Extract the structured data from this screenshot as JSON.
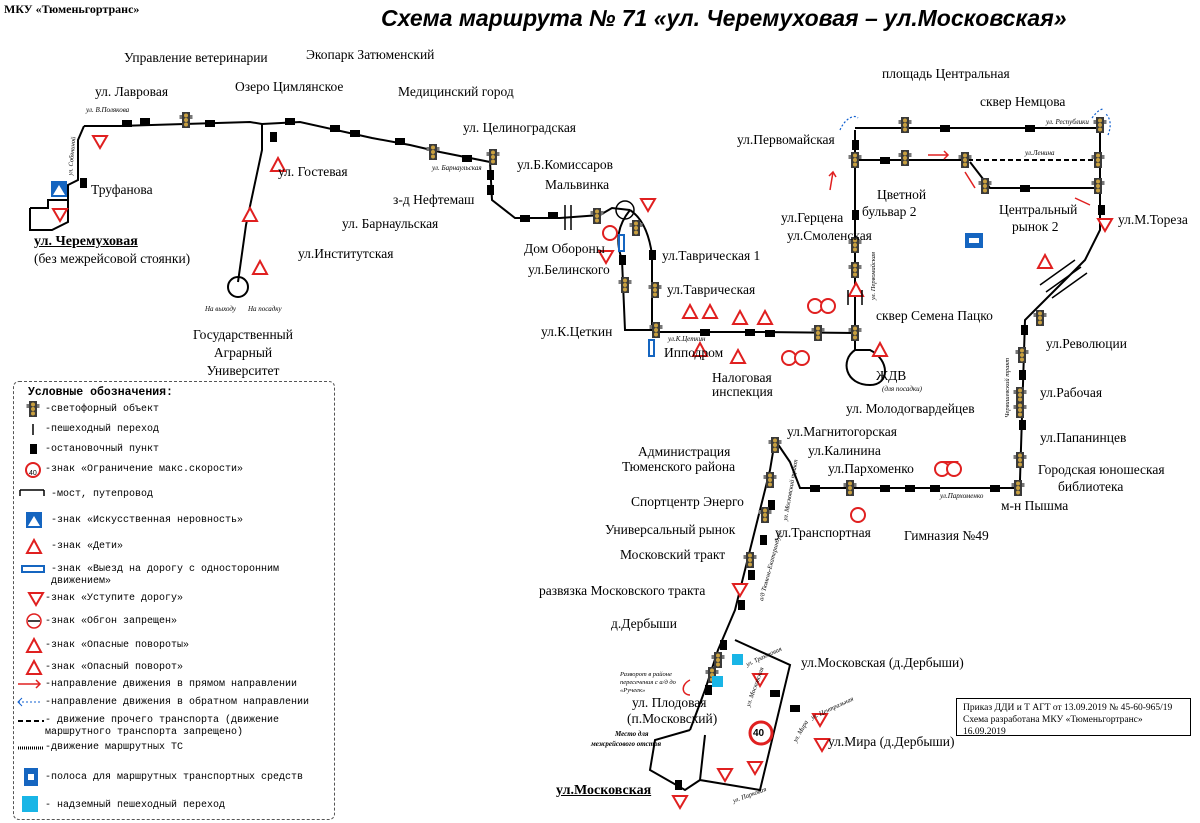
{
  "header": {
    "org": "МКУ «Тюменьгортранс»",
    "title": "Схема маршрута № 71 «ул. Черемуховая – ул.Московская»"
  },
  "stops": {
    "cheremukhovaya": "ул. Черемуховая",
    "cheremukhovaya_note": "(без межрейсовой стоянки)",
    "trufanova": "Труфанова",
    "lavrovaya": "ул. Лавровая",
    "upr_veterinarii": "Управление ветеринарии",
    "ozero": "Озеро Цимлянское",
    "ekopark": "Экопарк Затюменский",
    "medgorod": "Медицинский город",
    "tselinogradskaya": "ул. Целиноградская",
    "gostevaya": "ул. Гостевая",
    "barnaulskaya": "ул. Барнаульская",
    "neftemash": "з-д Нефтемаш",
    "institutskaya": "ул.Институтская",
    "gau1": "Государственный",
    "gau2": "Аграрный",
    "gau3": "Университет",
    "b_komissarov": "ул.Б.Комиссаров",
    "malvinka": "Мальвинка",
    "dom_oborony": "Дом Обороны",
    "belinskogo": "ул.Белинского",
    "tavricheskaya1": "ул.Таврическая 1",
    "tavricheskaya": "ул.Таврическая",
    "k_tsetkin": "ул.К.Цеткин",
    "ippodrom": "Ипподром",
    "nalogovaya1": "Налоговая",
    "nalogovaya2": "инспекция",
    "pervomaiskaya": "ул.Первомайская",
    "gertsena": "ул.Герцена",
    "smolenskaya": "ул.Смоленская",
    "tsvetnoy1": "Цветной",
    "tsvetnoy2": "бульвар 2",
    "skver_patsko": "сквер Семена Пацко",
    "zhdv": "ЖДВ",
    "zhdv_note": "(для посадки)",
    "pl_tsentralnaya": "площадь Центральная",
    "skver_nemtsova": "сквер Немцова",
    "tsentr_rynok1": "Центральный",
    "tsentr_rynok2": "рынок 2",
    "m_toreza": "ул.М.Тореза",
    "revolyutsii": "ул.Революции",
    "rabochaya": "ул.Рабочая",
    "molodogvardeytsev": "ул. Молодогвардейцев",
    "papanintsev": "ул.Папанинцев",
    "biblioteka1": "Городская юношеская",
    "biblioteka2": "библиотека",
    "pyshma": "м-н Пышма",
    "magnitogorskaya": "ул.Магнитогорская",
    "kalinina": "ул.Калинина",
    "parkhomenko": "ул.Пархоменко",
    "adm1": "Администрация",
    "adm2": "Тюменского района",
    "sportcenter": "Спортцентр Энерго",
    "univ_rynok": "Универсальный рынок",
    "mosk_trakt": "Московский тракт",
    "transportnaya": "ул.Транспортная",
    "gimnaziya": "Гимназия №49",
    "razvyazka": "развязка Московского тракта",
    "d_derbyshi": "д.Дербыши",
    "moskovskaya_derb": "ул.Московская (д.Дербыши)",
    "plodovaya1": "ул. Плодовая",
    "plodovaya2": "(п.Московский)",
    "mira_derb": "ул.Мира (д.Дербыши)",
    "moskovskaya_end": "ул.Московская",
    "mesto1": "Место для",
    "mesto2": "межрейсового отстоя",
    "razvorot": "Разворот в районе пересечения с а/д до «Ручеек»"
  },
  "streets": {
    "v_polyakova": "ул. В.Полякова",
    "sobyaninoy": "ул. Собяниной",
    "na_vykhodu": "На выходу",
    "na_posadku": "На посадку",
    "barnaulskaya_s": "ул. Барнаульская",
    "pervomaiskaya_s": "ул. Первомайская",
    "respubliki": "ул. Республики",
    "lenina": "ул.Ленина",
    "tsetkin_s": "ул.К.Цеткин",
    "chervishevsky": "Червишевский тракт",
    "parkhomenko_s": "ул.Пархоменко",
    "moskovsky_trakt_s": "ул. Московский тракт",
    "ekaterinburg": "а/д Тюмень-Екатеринбург",
    "traktovaya": "ул. Трактовая",
    "moskovskaya_s": "ул. Московская",
    "tsentralnaya_s": "ул. Центральная",
    "mira_s": "ул. Мира",
    "parkovaya_s": "ул. Парковая"
  },
  "legend": {
    "title": "Условные обозначения:",
    "items": [
      "-светофорный объект",
      "-пешеходный переход",
      "-остановочный пункт",
      "-знак «Ограничение макс.скорости»",
      "-мост, путепровод",
      "-знак «Искусственная неровность»",
      "-знак «Дети»",
      "-знак «Выезд на дорогу с односторонним движением»",
      "-знак «Уступите дорогу»",
      "-знак «Обгон запрещен»",
      "-знак «Опасные повороты»",
      "-знак «Опасный поворот»",
      "-направление движения в прямом направлении",
      "-направление движения в обратном направлении",
      "- движение прочего транспорта (движение маршрутного транспорта запрещено)",
      "-движение маршрутных ТС",
      "-полоса для маршрутных транспортных средств",
      " - надземный пешеходный переход"
    ],
    "speed_sample": "40"
  },
  "signs": {
    "speed_40": "40"
  },
  "order": {
    "line1": "Приказ ДДИ и Т АГТ от 13.09.2019 № 45-60-965/19",
    "line2": "Схема разработана МКУ «Тюменьгортранс» 16.09.2019"
  },
  "colors": {
    "route": "#000000",
    "sign_red": "#e02020",
    "forward_arrow": "#e02020",
    "reverse_arrow": "#1060d0",
    "bus_lane_blue": "#1565c0",
    "overpass_cyan": "#19b5e6",
    "traffic_light_body": "#3a3a3a",
    "traffic_light_amber": "#c8a040"
  }
}
